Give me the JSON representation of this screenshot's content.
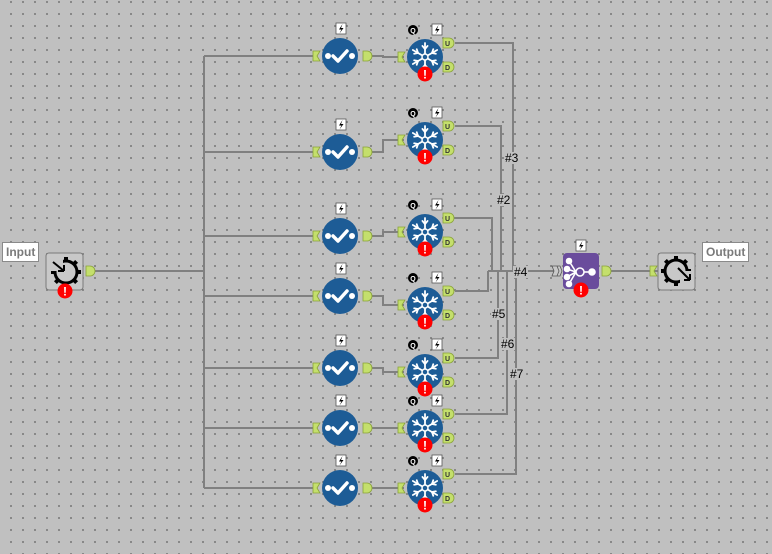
{
  "canvas": {
    "labels": {
      "input": "Input",
      "output": "Output"
    },
    "colors": {
      "background": "#c0c0c0",
      "connector": "#808080",
      "anchor": "#c4df6c",
      "tool_blue": "#1d5c96",
      "tool_purple": "#6a4c9c",
      "error": "#ff0000"
    },
    "tools": {
      "input": {
        "name": "Macro Input",
        "icon": "macro-input-icon",
        "error": true
      },
      "output": {
        "name": "Macro Output",
        "icon": "macro-output-icon"
      },
      "union": {
        "name": "Union",
        "icon": "union-icon",
        "error": true,
        "badge": "⚡"
      },
      "select_rows": [
        {
          "select": "Select",
          "in_db": "Snowflake",
          "q_badge": "Q",
          "badge": "⚡",
          "anchors": [
            "U",
            "D"
          ],
          "error": true
        },
        {
          "select": "Select",
          "in_db": "Snowflake",
          "q_badge": "Q",
          "badge": "⚡",
          "anchors": [
            "U",
            "D"
          ],
          "error": true
        },
        {
          "select": "Select",
          "in_db": "Snowflake",
          "q_badge": "Q",
          "badge": "⚡",
          "anchors": [
            "U",
            "D"
          ],
          "error": true
        },
        {
          "select": "Select",
          "in_db": "Snowflake",
          "q_badge": "Q",
          "badge": "⚡",
          "anchors": [
            "U",
            "D"
          ],
          "error": true
        },
        {
          "select": "Select",
          "in_db": "Snowflake",
          "q_badge": "Q",
          "badge": "⚡",
          "anchors": [
            "U",
            "D"
          ],
          "error": true
        },
        {
          "select": "Select",
          "in_db": "Snowflake",
          "q_badge": "Q",
          "badge": "⚡",
          "anchors": [
            "U",
            "D"
          ],
          "error": true
        },
        {
          "select": "Select",
          "in_db": "Snowflake",
          "q_badge": "Q",
          "badge": "⚡",
          "anchors": [
            "U",
            "D"
          ],
          "error": true
        }
      ]
    },
    "connection_labels": [
      "#3",
      "#2",
      "#4",
      "#5",
      "#6",
      "#7"
    ],
    "anchor_labels": {
      "up": "U",
      "down": "D",
      "q": "Q",
      "error": "!"
    }
  }
}
